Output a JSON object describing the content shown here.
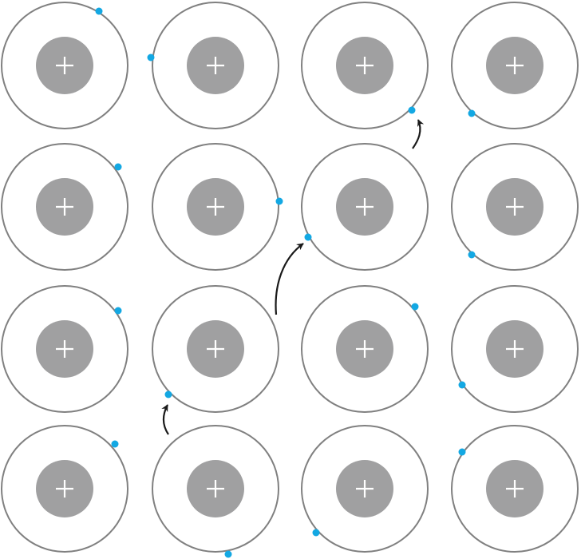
{
  "colors": {
    "background": "#ffffff",
    "orbit": "#808080",
    "nucleus": "#a0a0a1",
    "plus_sign": "#ffffff",
    "electron": "#13a8e3",
    "arrow": "#1a1a1a"
  },
  "atoms": {
    "count": 16,
    "grid_rows": 4,
    "grid_cols": 4,
    "nucleus_icon": "plus-icon"
  },
  "arrows": {
    "count": 3
  }
}
